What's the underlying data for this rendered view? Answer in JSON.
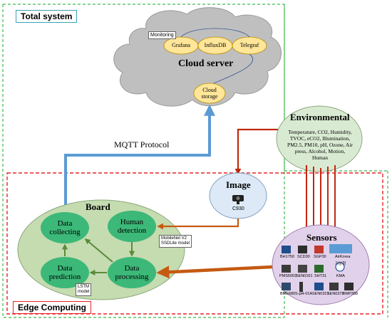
{
  "total_system": {
    "label": "Total system"
  },
  "edge_computing": {
    "label": "Edge Computing"
  },
  "cloud": {
    "title": "Cloud server",
    "monitoring_label": "Monitoring",
    "services": [
      "Grafana",
      "InfluxDB",
      "Telegraf"
    ],
    "storage": "Cloud\nstorage"
  },
  "mqtt": {
    "label": "MQTT Protocol"
  },
  "environmental": {
    "title": "Environmental",
    "items": "Temperature, CO2, Humidity, TVOC, eCO2, Illumination, PM2.5, PM10, pH, Ozone, Air press, Alcohol, Motion, Human"
  },
  "image_node": {
    "title": "Image",
    "camera": "C930"
  },
  "board": {
    "title": "Board",
    "nodes": {
      "collecting": "Data\ncollecting",
      "human": "Human\ndetection",
      "prediction": "Data\nprediction",
      "processing": "Data\nprocessing"
    },
    "model_tags": {
      "detection": "MobileNet V2\nSSDLite model",
      "prediction": "LSTM\nmodel"
    }
  },
  "sensors": {
    "title": "Sensors",
    "items": [
      "BH1750",
      "SCD30",
      "SGP30",
      "AirKorea",
      "PMS5003",
      "SEN0161",
      "SHT31",
      "KMA",
      "BME680",
      "S-pH-01A",
      "SEN0321",
      "SEN0376",
      "BMP388"
    ],
    "korean_text": "기상청"
  },
  "colors": {
    "green_dash": "#3dbb4a",
    "red_dash": "#e8232a",
    "blue_arrow": "#5b9bd5",
    "red_arrow": "#c0280f",
    "orange_arrow": "#c55a11",
    "cloud": "#bfbfbf",
    "node_green": "#3cb878",
    "board_bg": "#c5dbb0",
    "env_bg": "#d9ead3",
    "image_bg": "#dde9f6",
    "sensor_bg": "#e2d1ea",
    "yellow": "#ffe699"
  }
}
